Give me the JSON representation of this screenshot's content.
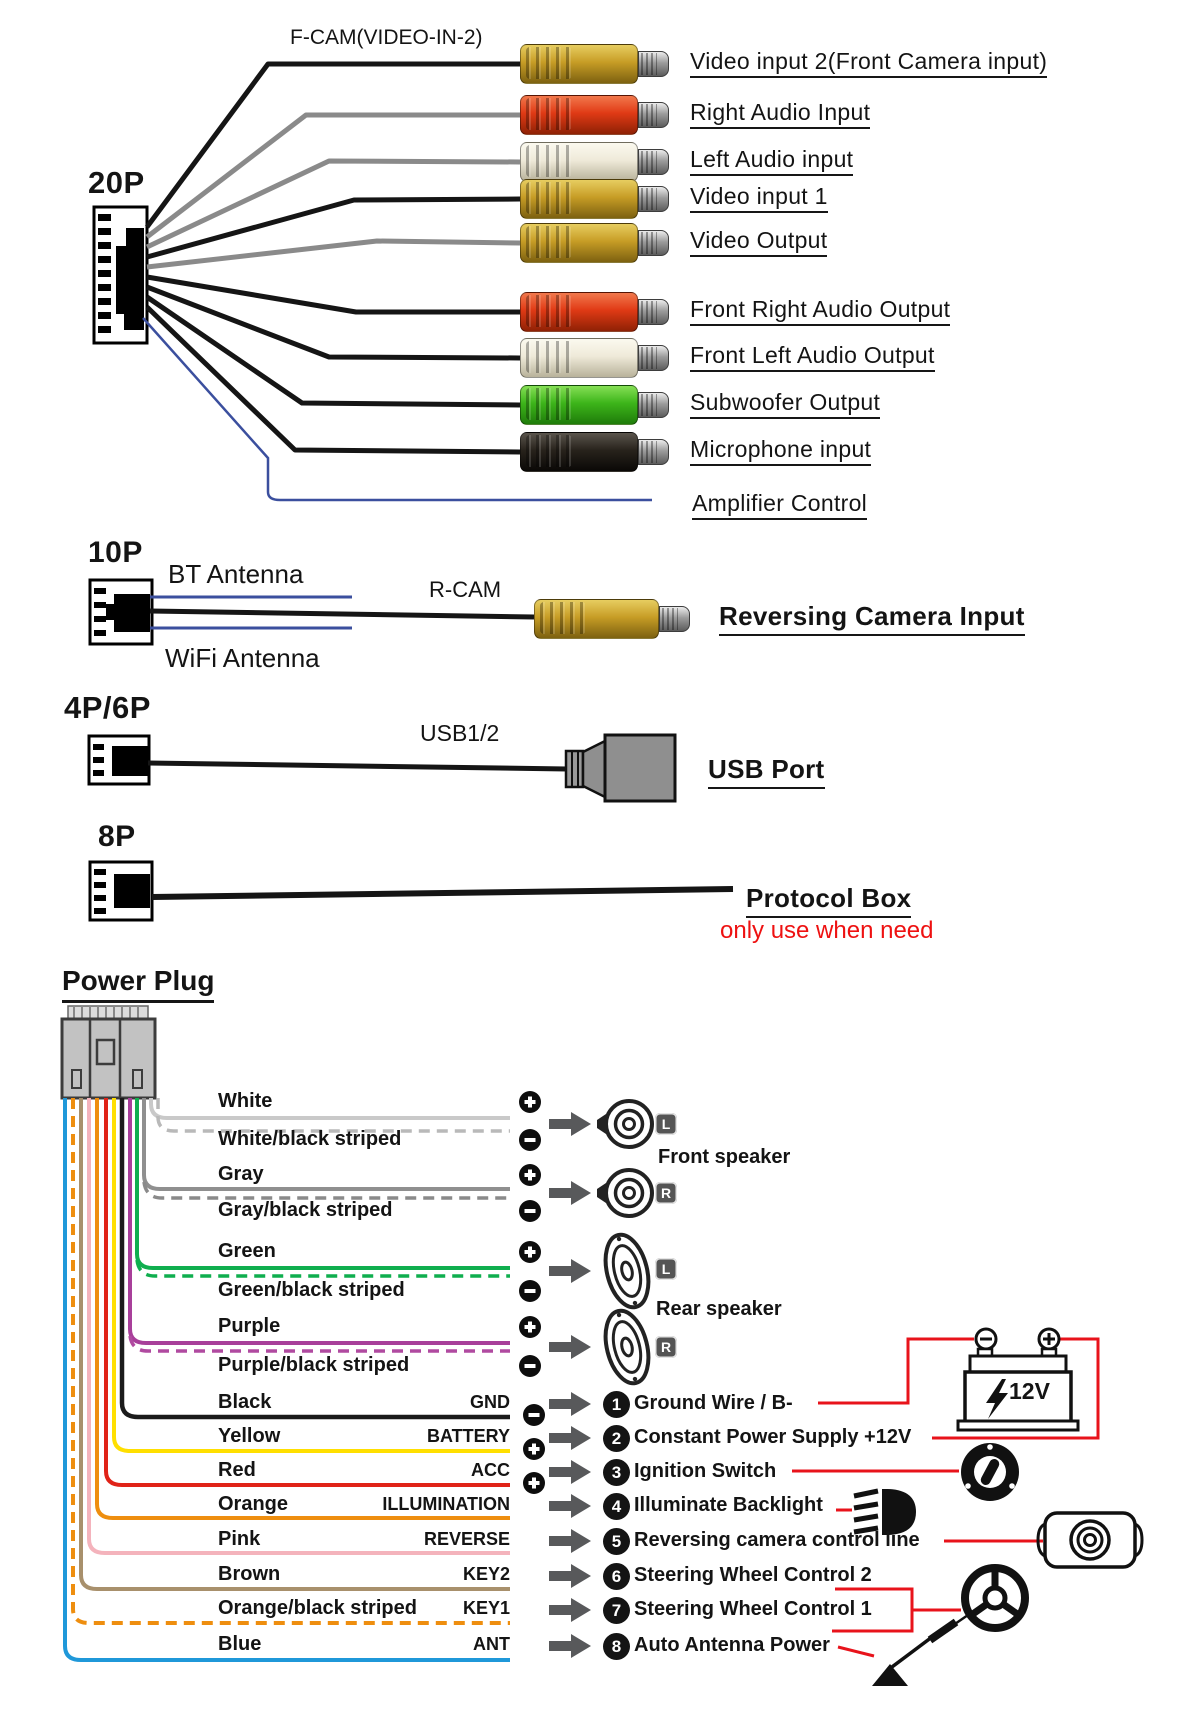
{
  "top_connector": {
    "name": "20P",
    "cable_label": "F-CAM(VIDEO-IN-2)",
    "amplifier_label": "Amplifier Control",
    "rca_rows": [
      {
        "label": "Video input 2(Front Camera input)",
        "plug_color": "yellow",
        "wire_color": "black"
      },
      {
        "label": "Right Audio Input",
        "plug_color": "red",
        "wire_color": "gray"
      },
      {
        "label": "Left Audio input",
        "plug_color": "white",
        "wire_color": "gray"
      },
      {
        "label": "Video input 1",
        "plug_color": "yellow",
        "wire_color": "black"
      },
      {
        "label": "Video Output",
        "plug_color": "yellow",
        "wire_color": "gray"
      },
      {
        "label": "Front Right Audio Output",
        "plug_color": "red",
        "wire_color": "black"
      },
      {
        "label": "Front Left Audio Output",
        "plug_color": "white",
        "wire_color": "black"
      },
      {
        "label": "Subwoofer Output",
        "plug_color": "green",
        "wire_color": "black"
      },
      {
        "label": "Microphone input",
        "plug_color": "black",
        "wire_color": "black"
      }
    ]
  },
  "bt_connector": {
    "name": "10P",
    "bt_antenna": "BT Antenna",
    "wifi_antenna": "WiFi Antenna",
    "cable_label": "R-CAM",
    "rca_label": "Reversing Camera Input",
    "rca_plug_color": "yellow"
  },
  "usb_connector": {
    "name": "4P/6P",
    "cable_label": "USB1/2",
    "port_label": "USB Port"
  },
  "protocol_connector": {
    "name": "8P",
    "label": "Protocol Box",
    "note": "only use when need"
  },
  "power_plug": {
    "title": "Power Plug",
    "front_speaker_label": "Front speaker",
    "rear_speaker_label": "Rear speaker",
    "battery_label": "12V",
    "speaker_pairs": [
      {
        "positive": "White",
        "negative": "White/black striped",
        "channel": "L"
      },
      {
        "positive": "Gray",
        "negative": "Gray/black striped",
        "channel": "R"
      },
      {
        "positive": "Green",
        "negative": "Green/black striped",
        "channel": "L"
      },
      {
        "positive": "Purple",
        "negative": "Purple/black striped",
        "channel": "R"
      }
    ],
    "power_wires": [
      {
        "color_name": "Black",
        "designation": "GND",
        "polarity": "-",
        "number": "1",
        "function": "Ground Wire / B-"
      },
      {
        "color_name": "Yellow",
        "designation": "BATTERY",
        "polarity": "+",
        "number": "2",
        "function": "Constant Power Supply +12V"
      },
      {
        "color_name": "Red",
        "designation": "ACC",
        "polarity": "+",
        "number": "3",
        "function": "Ignition Switch"
      },
      {
        "color_name": "Orange",
        "designation": "ILLUMINATION",
        "polarity": "",
        "number": "4",
        "function": "Illuminate Backlight"
      },
      {
        "color_name": "Pink",
        "designation": "REVERSE",
        "polarity": "",
        "number": "5",
        "function": "Reversing camera control line"
      },
      {
        "color_name": "Brown",
        "designation": "KEY2",
        "polarity": "",
        "number": "6",
        "function": "Steering Wheel Control 2"
      },
      {
        "color_name": "Orange/black striped",
        "designation": "KEY1",
        "polarity": "",
        "number": "7",
        "function": "Steering Wheel Control 1"
      },
      {
        "color_name": "Blue",
        "designation": "ANT",
        "polarity": "",
        "number": "8",
        "function": "Auto Antenna Power"
      }
    ]
  },
  "colors": {
    "red_connection_line": "#e8131b",
    "note_red": "#ee1111",
    "antenna_wire_navy": "#3b4f9e",
    "arrow_gray": "#58595b",
    "wire_hex": {
      "White": "#c9c9c9",
      "White/black striped": "#b9b9b9",
      "Gray": "#8f8f8f",
      "Gray/black striped": "#8a8a8a",
      "Green": "#0fae4e",
      "Green/black striped": "#0fae4e",
      "Purple": "#a83f9a",
      "Purple/black striped": "#b04aa0",
      "Black": "#1b1b1b",
      "Yellow": "#ffdf00",
      "Red": "#e02318",
      "Orange": "#ee8e0f",
      "Pink": "#f4b3bc",
      "Brown": "#a8906c",
      "Orange/black striped": "#ee8e0f",
      "Blue": "#1f98d9",
      "gray_rca_wire": "#8a8a8a",
      "black_rca_wire": "#151515"
    },
    "rca_plug_hex": {
      "yellow": "#c9a12c",
      "red": "#e2431c",
      "white": "#f2efe0",
      "green": "#46bc1e",
      "black": "#2c261c"
    }
  },
  "icons": {
    "battery": "battery-12v-icon",
    "ignition": "ignition-switch-icon",
    "backlight": "headlight-icon",
    "camera": "reversing-camera-icon",
    "steering": "steering-wheel-icon",
    "antenna": "antenna-icon",
    "front_speaker": "front-speaker-icon",
    "rear_speaker": "rear-speaker-icon",
    "plus": "plus-icon",
    "minus": "minus-icon",
    "arrow": "arrow-right-icon"
  }
}
